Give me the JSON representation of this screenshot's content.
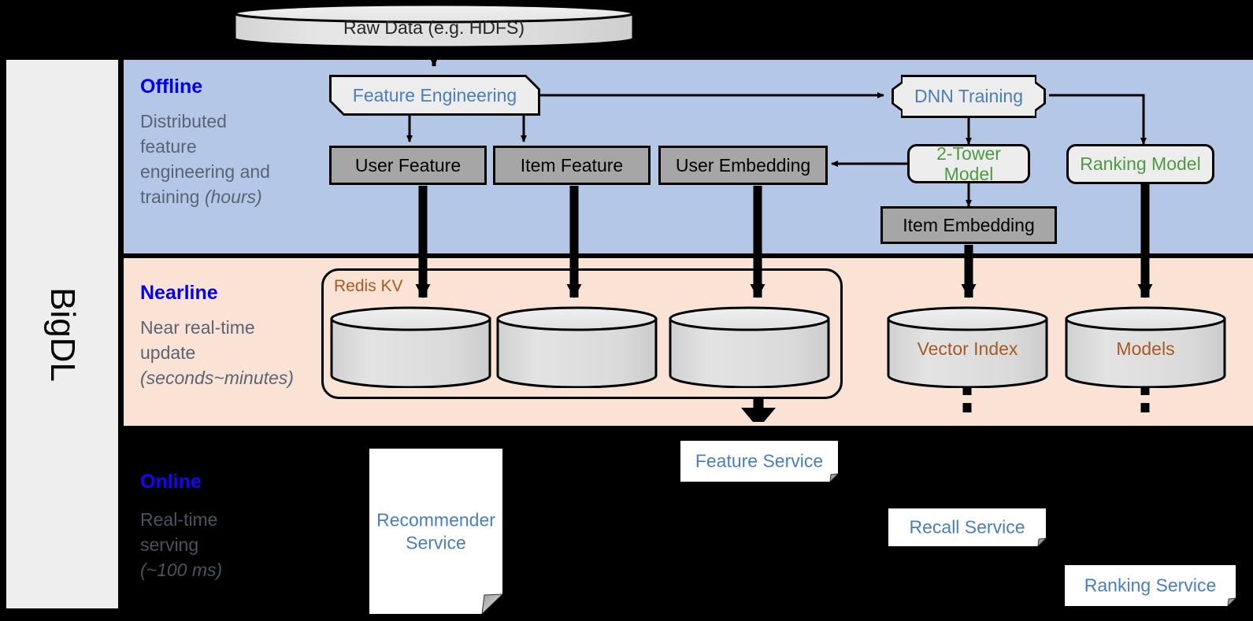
{
  "brand": {
    "rail_label": "BigDL"
  },
  "colors": {
    "offline_band": "#b4c7e7",
    "nearline_band": "#fae3d5",
    "online_band": "#000000",
    "rail": "#eeeeee",
    "title_blue": "#0000ee",
    "process_text_blue": "#4a7ebb",
    "model_text_green": "#4e9a3e",
    "store_text_brown": "#a65a22",
    "grey_box": "#a6a6a6",
    "light_box": "#ededed"
  },
  "source": {
    "raw_data_label": "Raw Data (e.g. HDFS)"
  },
  "bands": [
    {
      "id": "offline",
      "title": "Offline",
      "description_line1": "Distributed",
      "description_line2": "feature",
      "description_line3": "engineering and",
      "description_line4": "training ",
      "description_emphasis": "(hours)"
    },
    {
      "id": "nearline",
      "title": "Nearline",
      "description_line1": "Near real-time",
      "description_line2": "update",
      "description_emphasis": "(seconds~minutes)"
    },
    {
      "id": "online",
      "title": "Online",
      "description_line1": "Real-time",
      "description_line2": "serving",
      "description_emphasis": "(~100 ms)"
    }
  ],
  "offline_nodes": {
    "feature_engineering": "Feature Engineering",
    "dnn_training": "DNN Training",
    "user_feature": "User Feature",
    "item_feature": "Item Feature",
    "user_embedding": "User Embedding",
    "two_tower_model": "2-Tower Model",
    "ranking_model": "Ranking Model",
    "item_embedding": "Item Embedding"
  },
  "nearline_nodes": {
    "redis_kv": "Redis KV",
    "store_user_feature": "",
    "store_item_feature": "",
    "store_user_embedding": "",
    "vector_index": "Vector Index",
    "models": "Models"
  },
  "online_nodes": {
    "recommender_service_line1": "Recommender",
    "recommender_service_line2": "Service",
    "feature_service": "Feature Service",
    "recall_service": "Recall Service",
    "ranking_service": "Ranking Service"
  }
}
